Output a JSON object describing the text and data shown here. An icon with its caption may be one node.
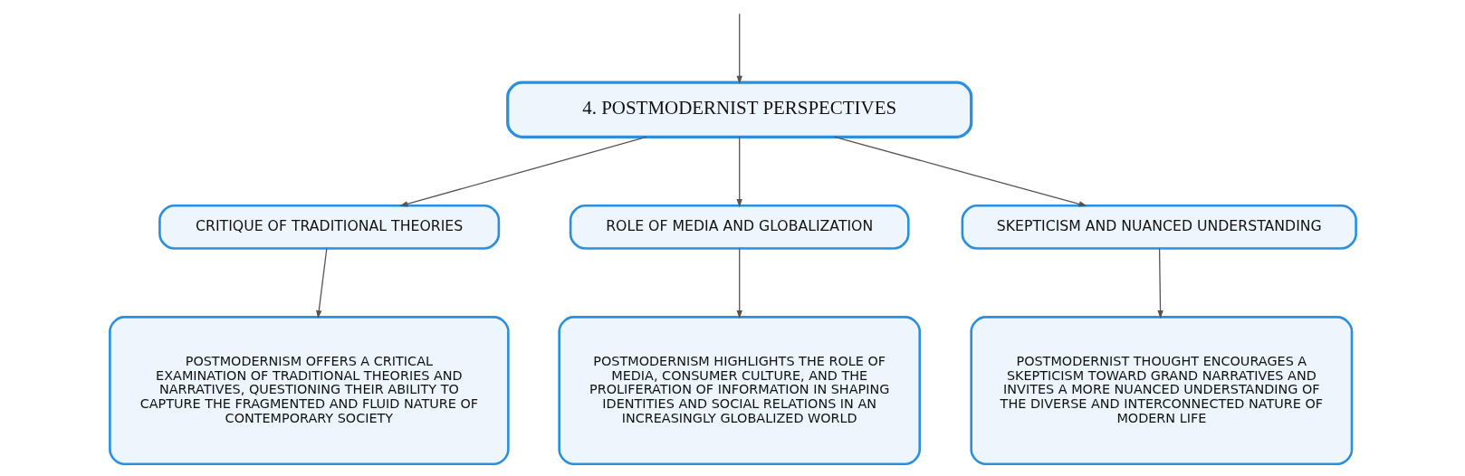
{
  "diagram": {
    "nodes": [
      {
        "text": [
          "4. POSTMODERNIST PERSPECTIVES"
        ]
      },
      {
        "text": [
          "CRITIQUE OF TRADITIONAL THEORIES"
        ]
      },
      {
        "text": [
          "ROLE OF MEDIA AND GLOBALIZATION"
        ]
      },
      {
        "text": [
          "SKEPTICISM AND NUANCED UNDERSTANDING"
        ]
      },
      {
        "text": [
          "POSTMODERNISM OFFERS A CRITICAL EXAMINATION OF TRADITIONAL THEORIES AND NARRATIVES, QUESTIONING THEIR ABILITY TO CAPTURE THE FRAGMENTED AND FLUID NATURE OF CONTEMPORARY SOCIETY"
        ]
      },
      {
        "text": [
          "POSTMODERNISM HIGHLIGHTS THE ROLE OF MEDIA, CONSUMER CULTURE, AND THE PROLIFERATION OF INFORMATION IN SHAPING IDENTITIES AND SOCIAL RELATIONS IN AN INCREASINGLY GLOBALIZED WORLD"
        ]
      },
      {
        "text": [
          "POSTMODERNIST THOUGHT ENCOURAGES A SKEPTICISM TOWARD GRAND NARRATIVES AND INVITES A MORE NUANCED UNDERSTANDING OF THE DIVERSE AND INTERCONNECTED NATURE OF MODERN LIFE"
        ]
      }
    ],
    "edges": [
      {
        "from": null,
        "to": 0,
        "arrow": "to"
      },
      {
        "from": 0,
        "to": 1,
        "arrow": "to"
      },
      {
        "from": 0,
        "to": 2,
        "arrow": "to"
      },
      {
        "from": 0,
        "to": 3,
        "arrow": "to"
      },
      {
        "from": 1,
        "to": 4,
        "arrow": "to"
      },
      {
        "from": 2,
        "to": 5,
        "arrow": "to"
      },
      {
        "from": 3,
        "to": 6,
        "arrow": "to"
      }
    ]
  }
}
